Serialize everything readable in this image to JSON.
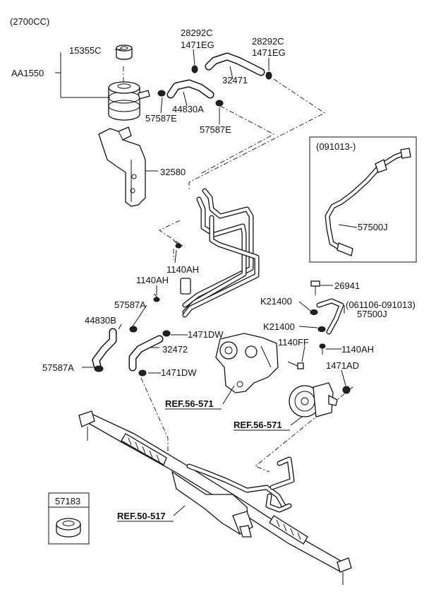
{
  "engine_note": "(2700CC)",
  "labels": {
    "cap": "15355C",
    "reservoir": "AA1550",
    "clamp_a1": "28292C",
    "clamp_a2": "1471EG",
    "clamp_b1": "28292C",
    "clamp_b2": "1471EG",
    "hose_top": "32471",
    "hose_mid": "44830A",
    "clamp_left": "57587E",
    "clamp_right": "57587E",
    "bracket": "32580",
    "bolt_upper": "1140AH",
    "bolt_lower": "1140AH",
    "clamp_57587A_upper": "57587A",
    "hose_44830B": "44830B",
    "clamp_57587A_lower": "57587A",
    "clamp_1471DW_upper": "1471DW",
    "hose_32472": "32472",
    "clamp_1471DW_lower": "1471DW",
    "bolt_26941": "26941",
    "washer_upper": "K21400",
    "washer_lower": "K21400",
    "pressure_hose_dates": "(061106-091013)",
    "pressure_hose_main": "57500J",
    "bolt_1140FF": "1140FF",
    "bolt_1140AH_right": "1140AH",
    "clamp_1471AD": "1471AD",
    "inset_dates": "(091013-)",
    "inset_hose": "57500J",
    "cap_box": "57183"
  },
  "references": {
    "pump_bracket": "REF.56-571",
    "pump": "REF.56-571",
    "steering_gear": "REF.50-517"
  }
}
